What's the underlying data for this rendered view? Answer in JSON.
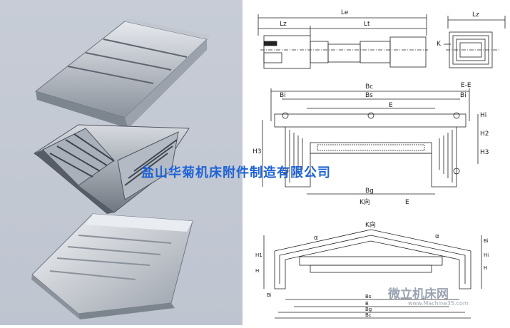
{
  "watermark_text": "盐山华菊机床附件制造有限公司",
  "logo": {
    "name": "微立机床网",
    "url": "www.Machine35.com"
  },
  "top_side": {
    "le": "Le",
    "lz": "Lz",
    "lt": "Lt"
  },
  "top_end": {
    "lz": "Lz",
    "k": "K"
  },
  "middle": {
    "bc": "Bc",
    "bs": "Bs",
    "bi_left": "Bi",
    "bi_right": "Bi",
    "e_e": "E-E",
    "e": "E",
    "h3_left": "H3",
    "hi": "Hi",
    "h2": "H2",
    "h3_right": "H3",
    "bg": "Bg",
    "k_dir": "K向",
    "e_bottom": "E"
  },
  "bottom": {
    "k_dir": "K向",
    "alpha": "α",
    "alpha2": "α",
    "bi": "Bi",
    "bi2": "Bi",
    "h1_left": "H1",
    "h_left": "H",
    "hi_right": "Hi",
    "h_right": "H",
    "bs": "Bs",
    "b": "B",
    "bg": "Bg",
    "bc": "Bc"
  }
}
